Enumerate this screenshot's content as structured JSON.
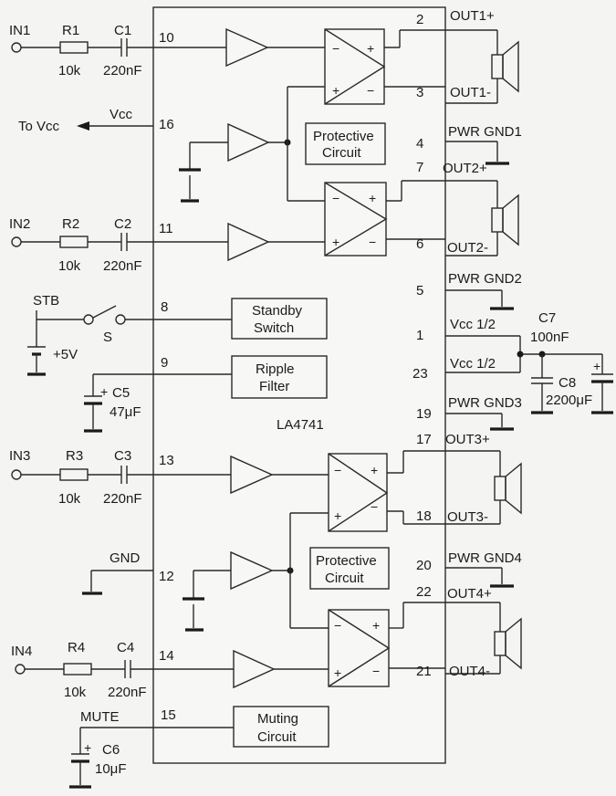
{
  "chip": {
    "name": "LA4741"
  },
  "inputs": {
    "in1": "IN1",
    "in2": "IN2",
    "in3": "IN3",
    "in4": "IN4",
    "r1": "R1",
    "r2": "R2",
    "r3": "R3",
    "r4": "R4",
    "r_value": "10k",
    "c1": "C1",
    "c2": "C2",
    "c3": "C3",
    "c4": "C4",
    "c_value": "220nF"
  },
  "supply": {
    "to_vcc": "To Vcc",
    "vcc": "Vcc"
  },
  "standby": {
    "stb": "STB",
    "switch_label": "S",
    "voltage": "+5V"
  },
  "ripple": {
    "cap": "C5",
    "value": "47μF"
  },
  "mute": {
    "label": "MUTE",
    "cap": "C6",
    "value": "10μF"
  },
  "gnd": {
    "label": "GND"
  },
  "blocks": {
    "protective_1a": "Protective",
    "protective_1b": "Circuit",
    "protective_2a": "Protective",
    "protective_2b": "Circuit",
    "standby_a": "Standby",
    "standby_b": "Switch",
    "ripple_a": "Ripple",
    "ripple_b": "Filter",
    "muting_a": "Muting",
    "muting_b": "Circuit"
  },
  "pins": {
    "p1": "1",
    "p2": "2",
    "p3": "3",
    "p4": "4",
    "p5": "5",
    "p6": "6",
    "p7": "7",
    "p8": "8",
    "p9": "9",
    "p10": "10",
    "p11": "11",
    "p12": "12",
    "p13": "13",
    "p14": "14",
    "p15": "15",
    "p16": "16",
    "p17": "17",
    "p18": "18",
    "p19": "19",
    "p20": "20",
    "p21": "21",
    "p22": "22",
    "p23": "23"
  },
  "outputs": {
    "out1p": "OUT1+",
    "out1m": "OUT1-",
    "out2p": "OUT2+",
    "out2m": "OUT2-",
    "out3p": "OUT3+",
    "out3m": "OUT3-",
    "out4p": "OUT4+",
    "out4m": "OUT4-",
    "pwr_gnd1": "PWR  GND1",
    "pwr_gnd2": "PWR  GND2",
    "pwr_gnd3": "PWR  GND3",
    "pwr_gnd4": "PWR  GND4",
    "vcc_half_a": "Vcc  1/2",
    "vcc_half_b": "Vcc  1/2",
    "c7": "C7",
    "c7_value": "100nF",
    "c8": "C8",
    "c8_value": "2200μF"
  },
  "amp_signs": {
    "plus": "+",
    "minus": "−"
  }
}
